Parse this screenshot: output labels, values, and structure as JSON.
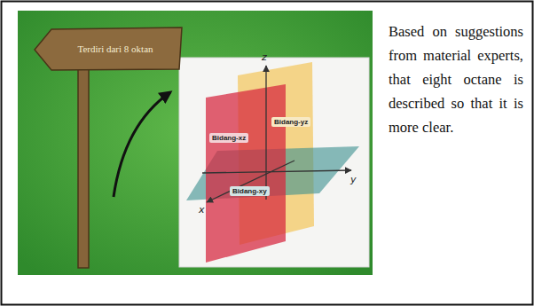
{
  "diagram": {
    "caption": "Based on suggestions from material experts, that eight octane is described so that it is more clear.",
    "nodes": [
      {
        "text": [
          "Terdiri dari 8 oktan"
        ]
      }
    ],
    "labels": [
      "z",
      "y",
      "x",
      "Bidang-xz",
      "Bidang-yz",
      "Bidang-xy"
    ]
  }
}
